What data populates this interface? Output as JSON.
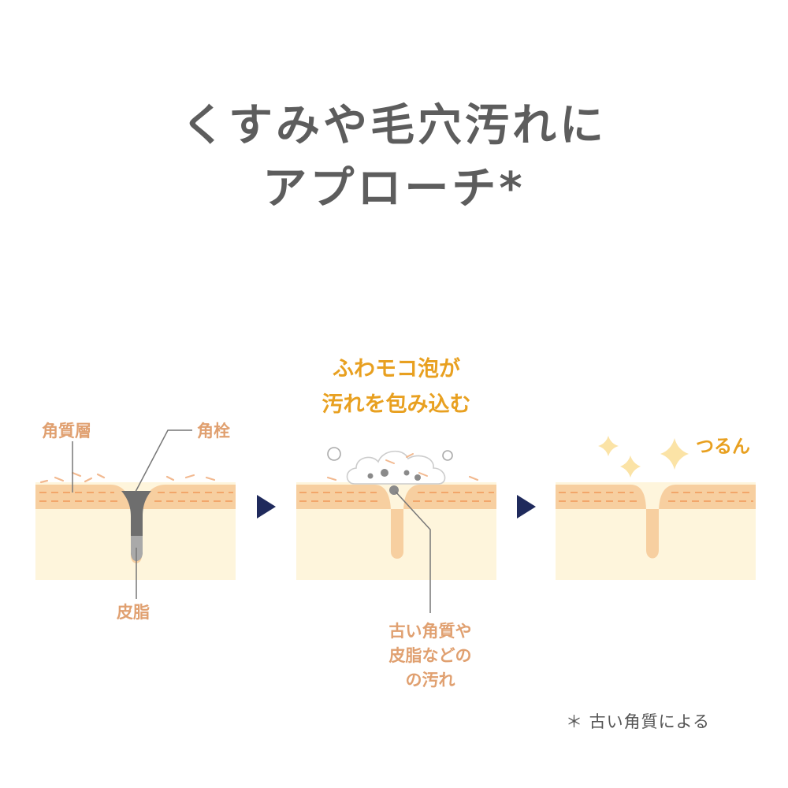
{
  "title": {
    "line1": "くすみや毛穴汚れに",
    "line2": "アプローチ*"
  },
  "panel1": {
    "label_stratum": "角質層",
    "label_plug": "角栓",
    "label_sebum": "皮脂"
  },
  "panel2": {
    "heading_line1": "ふわモコ泡が",
    "heading_line2": "汚れを包み込む",
    "dirt_line1": "古い角質や",
    "dirt_line2": "皮脂などの",
    "dirt_line3": "の汚れ"
  },
  "panel3": {
    "label": "つるん"
  },
  "footnote": "＊ 古い角質による",
  "colors": {
    "title": "#5d5d5d",
    "label_tan": "#e0a070",
    "heading_orange": "#e8a020",
    "skin_surface": "#f7cfa0",
    "skin_base": "#fef5dc",
    "arrow_navy": "#1f2a5c",
    "sparkle": "#fbe3a6"
  }
}
